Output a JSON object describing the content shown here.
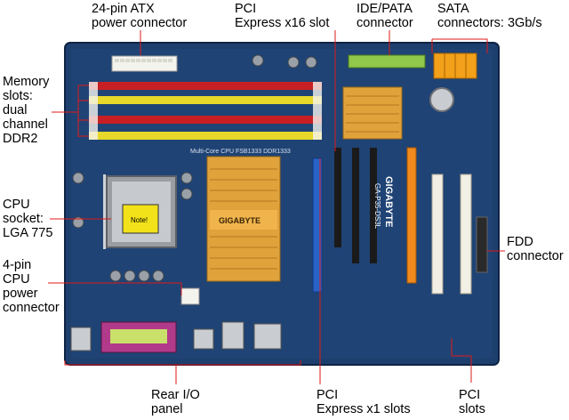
{
  "colors": {
    "board": "#1d3f6e",
    "board_dark": "#142d52",
    "leader_line": "#e01818",
    "dimm_red": "#c81f24",
    "dimm_yellow": "#e8d82a",
    "pcie_blue": "#2a63c8",
    "pcie_black": "#1a1a1a",
    "pcie_orange": "#f08a1c",
    "pci_white": "#f2efe4",
    "heatsink_gold": "#e0a23a",
    "ide_green": "#8fc84a",
    "sata_orange": "#f3a01a",
    "port_magenta": "#b23a8a"
  },
  "labels": {
    "atx24": "24-pin ATX\npower connector",
    "pcie16": "PCI\nExpress x16 slot",
    "ide": "IDE/PATA\nconnector",
    "sata": "SATA\nconnectors: 3Gb/s",
    "memory": "Memory\nslots:\ndual\nchannel\nDDR2",
    "cpu_socket": "CPU\nsocket:\nLGA 775",
    "cpu_power": "4-pin\nCPU\npower\nconnector",
    "fdd": "FDD\nconnector",
    "rear_io": "Rear I/O\npanel",
    "pcie1": "PCI\nExpress x1 slots",
    "pci": "PCI\nslots"
  },
  "board_text": {
    "brand": "GIGABYTE",
    "model": "GA-P35-DS3L",
    "chipset_brand": "GIGABYTE",
    "note": "Note!",
    "dimm_label": "Multi-Core CPU    FSB1333  DDR1333"
  }
}
